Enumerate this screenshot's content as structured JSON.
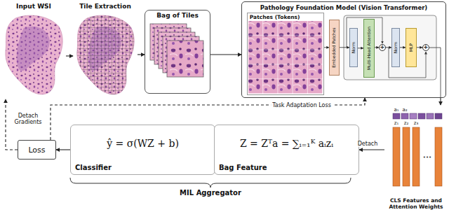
{
  "diagram": {
    "nodes": [
      {
        "text": [
          "Input WSI"
        ]
      },
      {
        "text": [
          "Tile Extraction"
        ]
      },
      {
        "text": [
          "Bag of Tiles"
        ]
      },
      {
        "text": [
          "Pathology Foundation Model (Vision Transformer)"
        ]
      },
      {
        "text": [
          "Patches (Tokens)"
        ],
        "in": 3
      },
      {
        "text": [
          "Embedded Patches"
        ],
        "in": 3
      },
      {
        "text": [
          "Norm"
        ],
        "in": 3
      },
      {
        "text": [
          "Multi-Head Attention"
        ],
        "in": 3
      },
      {
        "text": [
          "+"
        ],
        "in": 3
      },
      {
        "text": [
          "Norm"
        ],
        "in": 3
      },
      {
        "text": [
          "MLP"
        ],
        "in": 3
      },
      {
        "text": [
          "+"
        ],
        "in": 3
      },
      {
        "text": [
          "Loss"
        ]
      },
      {
        "text": [
          "ŷ = σ(WZ + b)",
          "Classifier"
        ]
      },
      {
        "text": [
          "Z = Zᵀa = ∑ᵢ₌₁ᴷ aᵢzᵢ",
          "Bag Feature"
        ]
      },
      {
        "text": [
          "CLS Features and Attention Weights"
        ]
      }
    ],
    "edges": [
      {
        "from": 0,
        "to": 1,
        "arrow": "to"
      },
      {
        "from": 1,
        "to": 2,
        "arrow": "to"
      },
      {
        "from": 2,
        "to": 3,
        "arrow": "to"
      },
      {
        "from": 4,
        "to": 5,
        "arrow": "to"
      },
      {
        "from": 5,
        "to": 6,
        "arrow": "to"
      },
      {
        "from": 6,
        "to": 7,
        "arrow": "to"
      },
      {
        "from": 7,
        "to": 8,
        "arrow": "to"
      },
      {
        "from": 8,
        "to": 9,
        "arrow": "to"
      },
      {
        "from": 9,
        "to": 10,
        "arrow": "to"
      },
      {
        "from": 10,
        "to": 11,
        "arrow": "to"
      },
      {
        "from": 3,
        "to": 15,
        "arrow": "to"
      },
      {
        "from": 15,
        "to": 14,
        "label": "Detach",
        "arrow": "to"
      },
      {
        "from": 14,
        "to": 13,
        "arrow": "to"
      },
      {
        "from": 13,
        "to": 12,
        "arrow": "to"
      },
      {
        "from": 12,
        "to": 3,
        "label": "Task Adaptation Loss",
        "arrow": "to"
      },
      {
        "from": 12,
        "to": 0,
        "label": "Detach Gradients",
        "arrow": "to"
      }
    ],
    "labels": [
      "a₁",
      "a₂",
      "z₁",
      "z₂",
      "z₃",
      "•••",
      "MIL Aggregator"
    ]
  }
}
